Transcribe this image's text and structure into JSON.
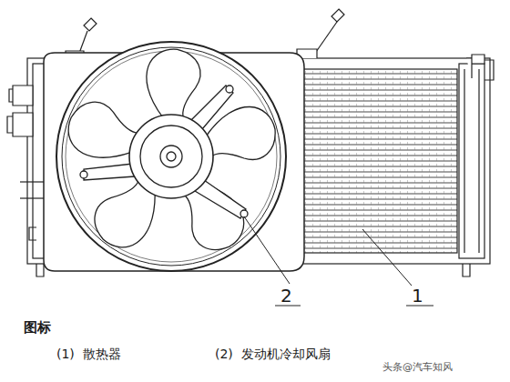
{
  "diagram": {
    "labels": [
      "2",
      "1",
      "图标",
      "(1)  散热器",
      "(2)  发动机冷却风扇",
      "头条@汽车知风"
    ]
  }
}
